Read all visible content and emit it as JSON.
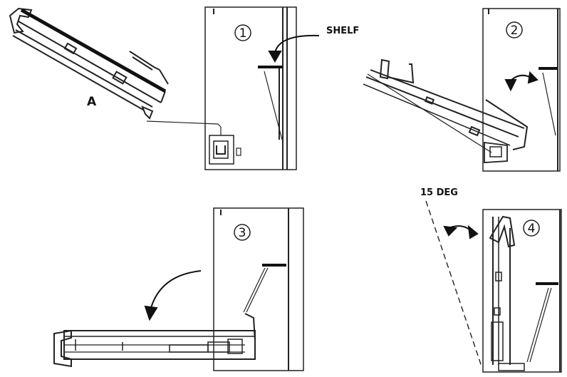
{
  "labels": {
    "part_a": "A",
    "shelf": "SHELF",
    "angle": "15 DEG"
  },
  "steps": [
    "1",
    "2",
    "3",
    "4"
  ]
}
